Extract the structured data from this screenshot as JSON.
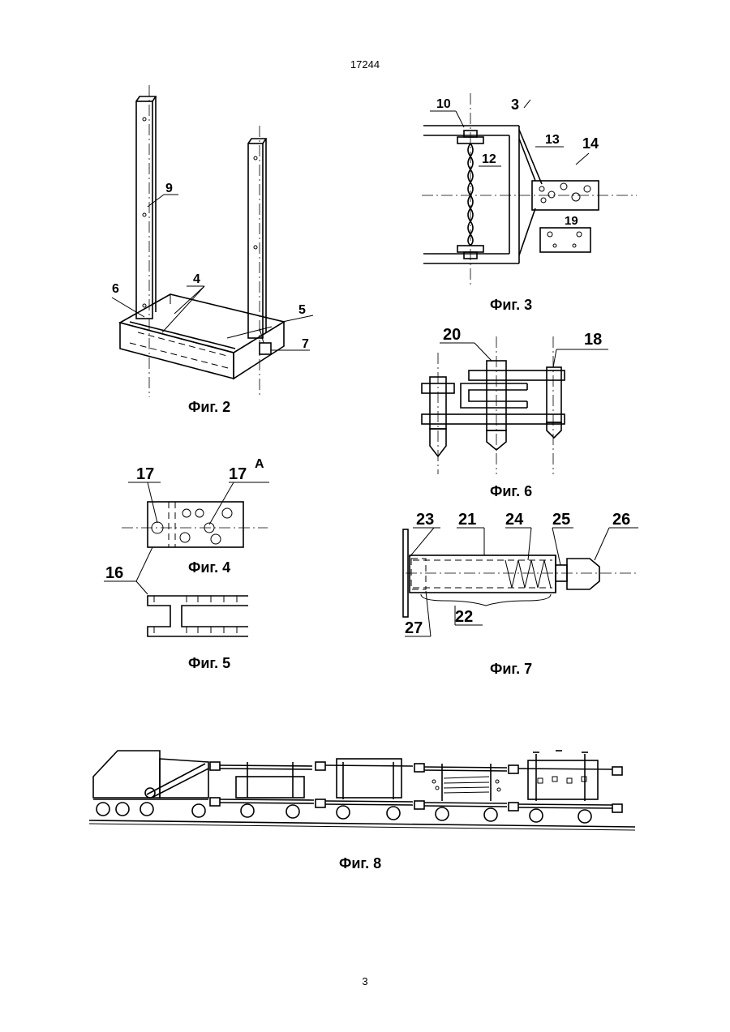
{
  "page_header": "17244",
  "page_number": "3",
  "figures": {
    "fig2": {
      "caption": "Фиг. 2",
      "labels": {
        "l9": "9",
        "l6": "6",
        "l4": "4",
        "l5": "5",
        "l7": "7"
      }
    },
    "fig3": {
      "caption": "Фиг. 3",
      "labels": {
        "l10": "10",
        "l3": "3",
        "l13": "13",
        "l14": "14",
        "l12": "12",
        "l19": "19"
      }
    },
    "fig4": {
      "caption": "Фиг. 4",
      "labels": {
        "l17a": "17",
        "l17b": "17",
        "lA": "A",
        "l16": "16"
      }
    },
    "fig5": {
      "caption": "Фиг. 5"
    },
    "fig6": {
      "caption": "Фиг. 6",
      "labels": {
        "l20": "20",
        "l18": "18"
      }
    },
    "fig7": {
      "caption": "Фиг. 7",
      "labels": {
        "l23": "23",
        "l21": "21",
        "l24": "24",
        "l25": "25",
        "l26": "26",
        "l22": "22",
        "l27": "27"
      }
    },
    "fig8": {
      "caption": "Фиг. 8"
    }
  }
}
